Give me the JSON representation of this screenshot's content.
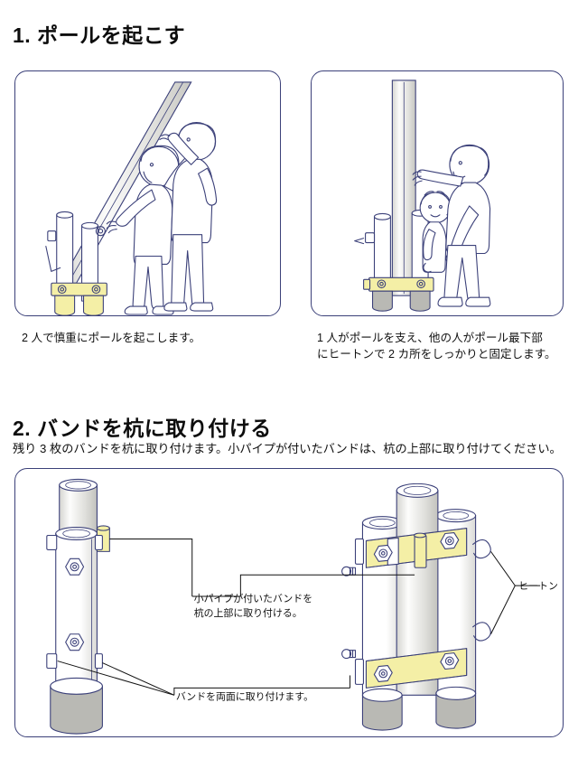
{
  "page": {
    "background_color": "#ffffff",
    "ink_color": "#3b4079",
    "band_color": "#f4efa6",
    "concrete_color": "#b9b9b4",
    "text_color": "#111111"
  },
  "sections": [
    {
      "number": "1.",
      "heading": "1. ポールを起こす",
      "panels": [
        {
          "name": "raising-pole-two-people",
          "caption": "2 人で慎重にポールを起こします。"
        },
        {
          "name": "pole-upright-fixing",
          "caption": "1 人がポールを支え、他の人がポール最下部\nにヒートンで 2 カ所をしっかりと固定します。"
        }
      ]
    },
    {
      "number": "2.",
      "heading": "2. バンドを杭に取り付ける",
      "description": "残り 3 枚のバンドを杭に取り付けます。小パイプが付いたバンドは、杭の上部に取り付けてください。",
      "annotations": [
        {
          "name": "small-pipe-band-note",
          "line1": "小パイプが付いたバンドを",
          "line2": "杭の上部に取り付ける。"
        },
        {
          "name": "band-both-sides-note",
          "line1": "バンドを両面に取り付けます。"
        },
        {
          "name": "heton-label",
          "line1": "ヒートン"
        }
      ]
    }
  ],
  "icons": {
    "pole": "pole-icon",
    "stake": "stake-icon",
    "band": "band-icon",
    "hex-bolt": "hex-bolt-icon",
    "eye-bolt": "eye-bolt-icon",
    "concrete-footing": "concrete-footing-icon",
    "person": "person-icon"
  }
}
